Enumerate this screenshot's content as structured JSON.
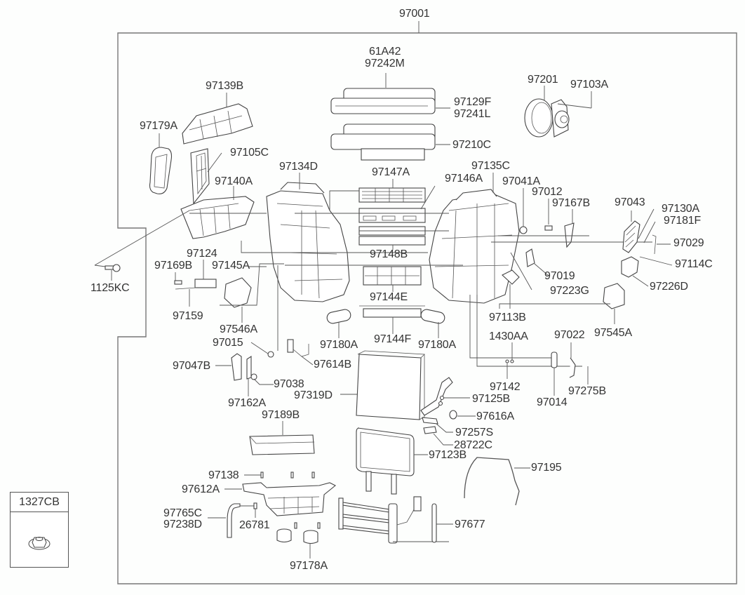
{
  "diagram": {
    "assembly_label": "97001",
    "legend": {
      "part_no": "1327CB",
      "icon": "flange-nut-icon"
    },
    "labels": {
      "l_61A42": "61A42",
      "l_97242M": "97242M",
      "l_97139B": "97139B",
      "l_97129F": "97129F",
      "l_97241L": "97241L",
      "l_97201": "97201",
      "l_97103A": "97103A",
      "l_97179A": "97179A",
      "l_97210C": "97210C",
      "l_97105C": "97105C",
      "l_97134D": "97134D",
      "l_97147A": "97147A",
      "l_97135C": "97135C",
      "l_97146A": "97146A",
      "l_97041A": "97041A",
      "l_97140A": "97140A",
      "l_97012": "97012",
      "l_97167B": "97167B",
      "l_97043": "97043",
      "l_97130A": "97130A",
      "l_97181F": "97181F",
      "l_97029": "97029",
      "l_97124": "97124",
      "l_97148B": "97148B",
      "l_97169B": "97169B",
      "l_97145A": "97145A",
      "l_97019": "97019",
      "l_97114C": "97114C",
      "l_1125KC": "1125KC",
      "l_97226D": "97226D",
      "l_97223G": "97223G",
      "l_97144E": "97144E",
      "l_97159": "97159",
      "l_97113B": "97113B",
      "l_97546A": "97546A",
      "l_97545A": "97545A",
      "l_97180A_1": "97180A",
      "l_97144F": "97144F",
      "l_97180A_2": "97180A",
      "l_97015": "97015",
      "l_1430AA": "1430AA",
      "l_97022": "97022",
      "l_97047B": "97047B",
      "l_97614B": "97614B",
      "l_97142": "97142",
      "l_97038": "97038",
      "l_97014": "97014",
      "l_97275B": "97275B",
      "l_97319D": "97319D",
      "l_97162A": "97162A",
      "l_97125B": "97125B",
      "l_97189B": "97189B",
      "l_97616A": "97616A",
      "l_97257S": "97257S",
      "l_28722C": "28722C",
      "l_97123B": "97123B",
      "l_97195": "97195",
      "l_97138": "97138",
      "l_97612A": "97612A",
      "l_97765C": "97765C",
      "l_97238D": "97238D",
      "l_26781": "26781",
      "l_97677": "97677",
      "l_97178A": "97178A"
    }
  }
}
